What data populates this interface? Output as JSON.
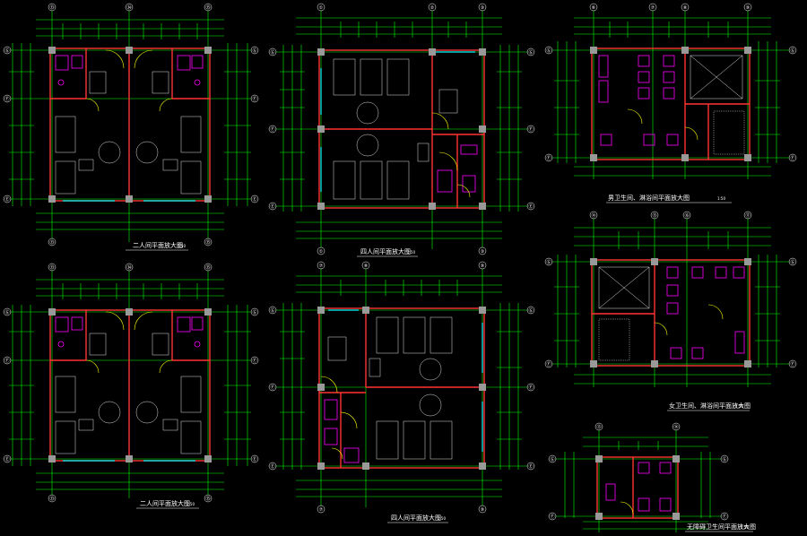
{
  "colors": {
    "background": "#000000",
    "dimension": "#00ff00",
    "wall": "#ff3333",
    "glass": "#00ffff",
    "fixture": "#ff00ff",
    "furniture": "#e0e0e0",
    "annotation": "#ffffff",
    "column": "#bbbbbb",
    "door": "#ffff00"
  },
  "plans": [
    {
      "id": "two-person-room-a",
      "title": "二人间平面放大图",
      "scale": "1:50",
      "top_axes": [
        "㉝",
        "㉞",
        "㉟"
      ],
      "bottom_axes": [
        "㉝",
        "㉟"
      ],
      "side_axes": [
        "Ⓖ",
        "Ⓕ",
        "Ⓔ"
      ]
    },
    {
      "id": "two-person-room-b",
      "title": "二人间平面放大图",
      "scale": "1:50",
      "top_axes": [
        "㉝",
        "㉞",
        "㉟"
      ],
      "bottom_axes": [
        "㉝",
        "㉟"
      ],
      "side_axes": [
        "Ⓖ",
        "Ⓕ",
        "Ⓔ"
      ]
    },
    {
      "id": "four-person-room-a",
      "title": "四人间平面放大图",
      "scale": "1:50",
      "top_axes": [
        "①",
        "②",
        "③"
      ],
      "bottom_axes": [
        "①",
        "③"
      ],
      "side_axes": [
        "Ⓖ",
        "Ⓕ",
        "Ⓔ"
      ]
    },
    {
      "id": "four-person-room-b",
      "title": "四人间平面放大图",
      "scale": "1:50",
      "top_axes": [
        "⑦",
        "⑧",
        "⑨"
      ],
      "bottom_axes": [
        "⑦",
        "⑨"
      ],
      "side_axes": [
        "Ⓖ",
        "Ⓕ",
        "Ⓔ"
      ]
    },
    {
      "id": "male-toilet",
      "title": "男卫生间、淋浴间平面放大图",
      "scale": "1:50",
      "top_axes": [
        "⑥",
        "⑦",
        "⑧",
        "⑨"
      ],
      "bottom_axes": [],
      "side_axes": [
        "Ⓖ",
        "Ⓕ"
      ]
    },
    {
      "id": "female-toilet",
      "title": "女卫生间、淋浴间平面放大图",
      "scale": "1:50",
      "top_axes": [
        "⑭",
        "⑮",
        "⑯",
        "⑰"
      ],
      "bottom_axes": [],
      "side_axes": [
        "Ⓖ",
        "Ⓕ"
      ]
    },
    {
      "id": "accessible-toilet",
      "title": "无障碍卫生间平面放大图",
      "scale": "1:50",
      "top_axes": [
        "⑬",
        "⑭"
      ],
      "bottom_axes": [],
      "side_axes": [
        "Ⓖ",
        "Ⓕ"
      ]
    }
  ]
}
